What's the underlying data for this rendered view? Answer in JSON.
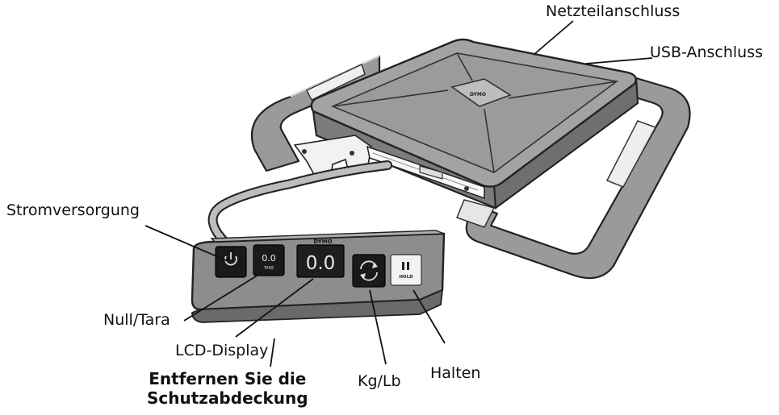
{
  "labels": {
    "power_supply_port": "Netzteilanschluss",
    "usb_port": "USB-Anschluss",
    "power": "Stromversorgung",
    "zero_tare": "Null/Tara",
    "lcd_display": "LCD-Display",
    "remove_cover_line1": "Entfernen Sie die",
    "remove_cover_line2": "Schutzabdeckung",
    "kg_lb": "Kg/Lb",
    "hold": "Halten"
  },
  "device": {
    "brand": "DYMO",
    "display_reading": "0.0",
    "tare_button_text": "0.0",
    "tare_button_sub": "TARE",
    "hold_button_text": "HOLD"
  }
}
